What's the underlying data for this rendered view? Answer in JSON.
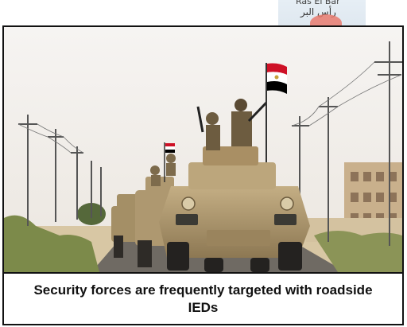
{
  "map_fragment": {
    "label_latin": "Ras El Bar",
    "label_arabic": "رأس البر"
  },
  "caption": {
    "text": "Security forces are frequently targeted with roadside IEDs"
  },
  "colors": {
    "sky": "#f4f2f0",
    "armor": "#b49d72",
    "flag_red": "#ce1126",
    "flag_black": "#000000",
    "road": "#6f6a63"
  }
}
